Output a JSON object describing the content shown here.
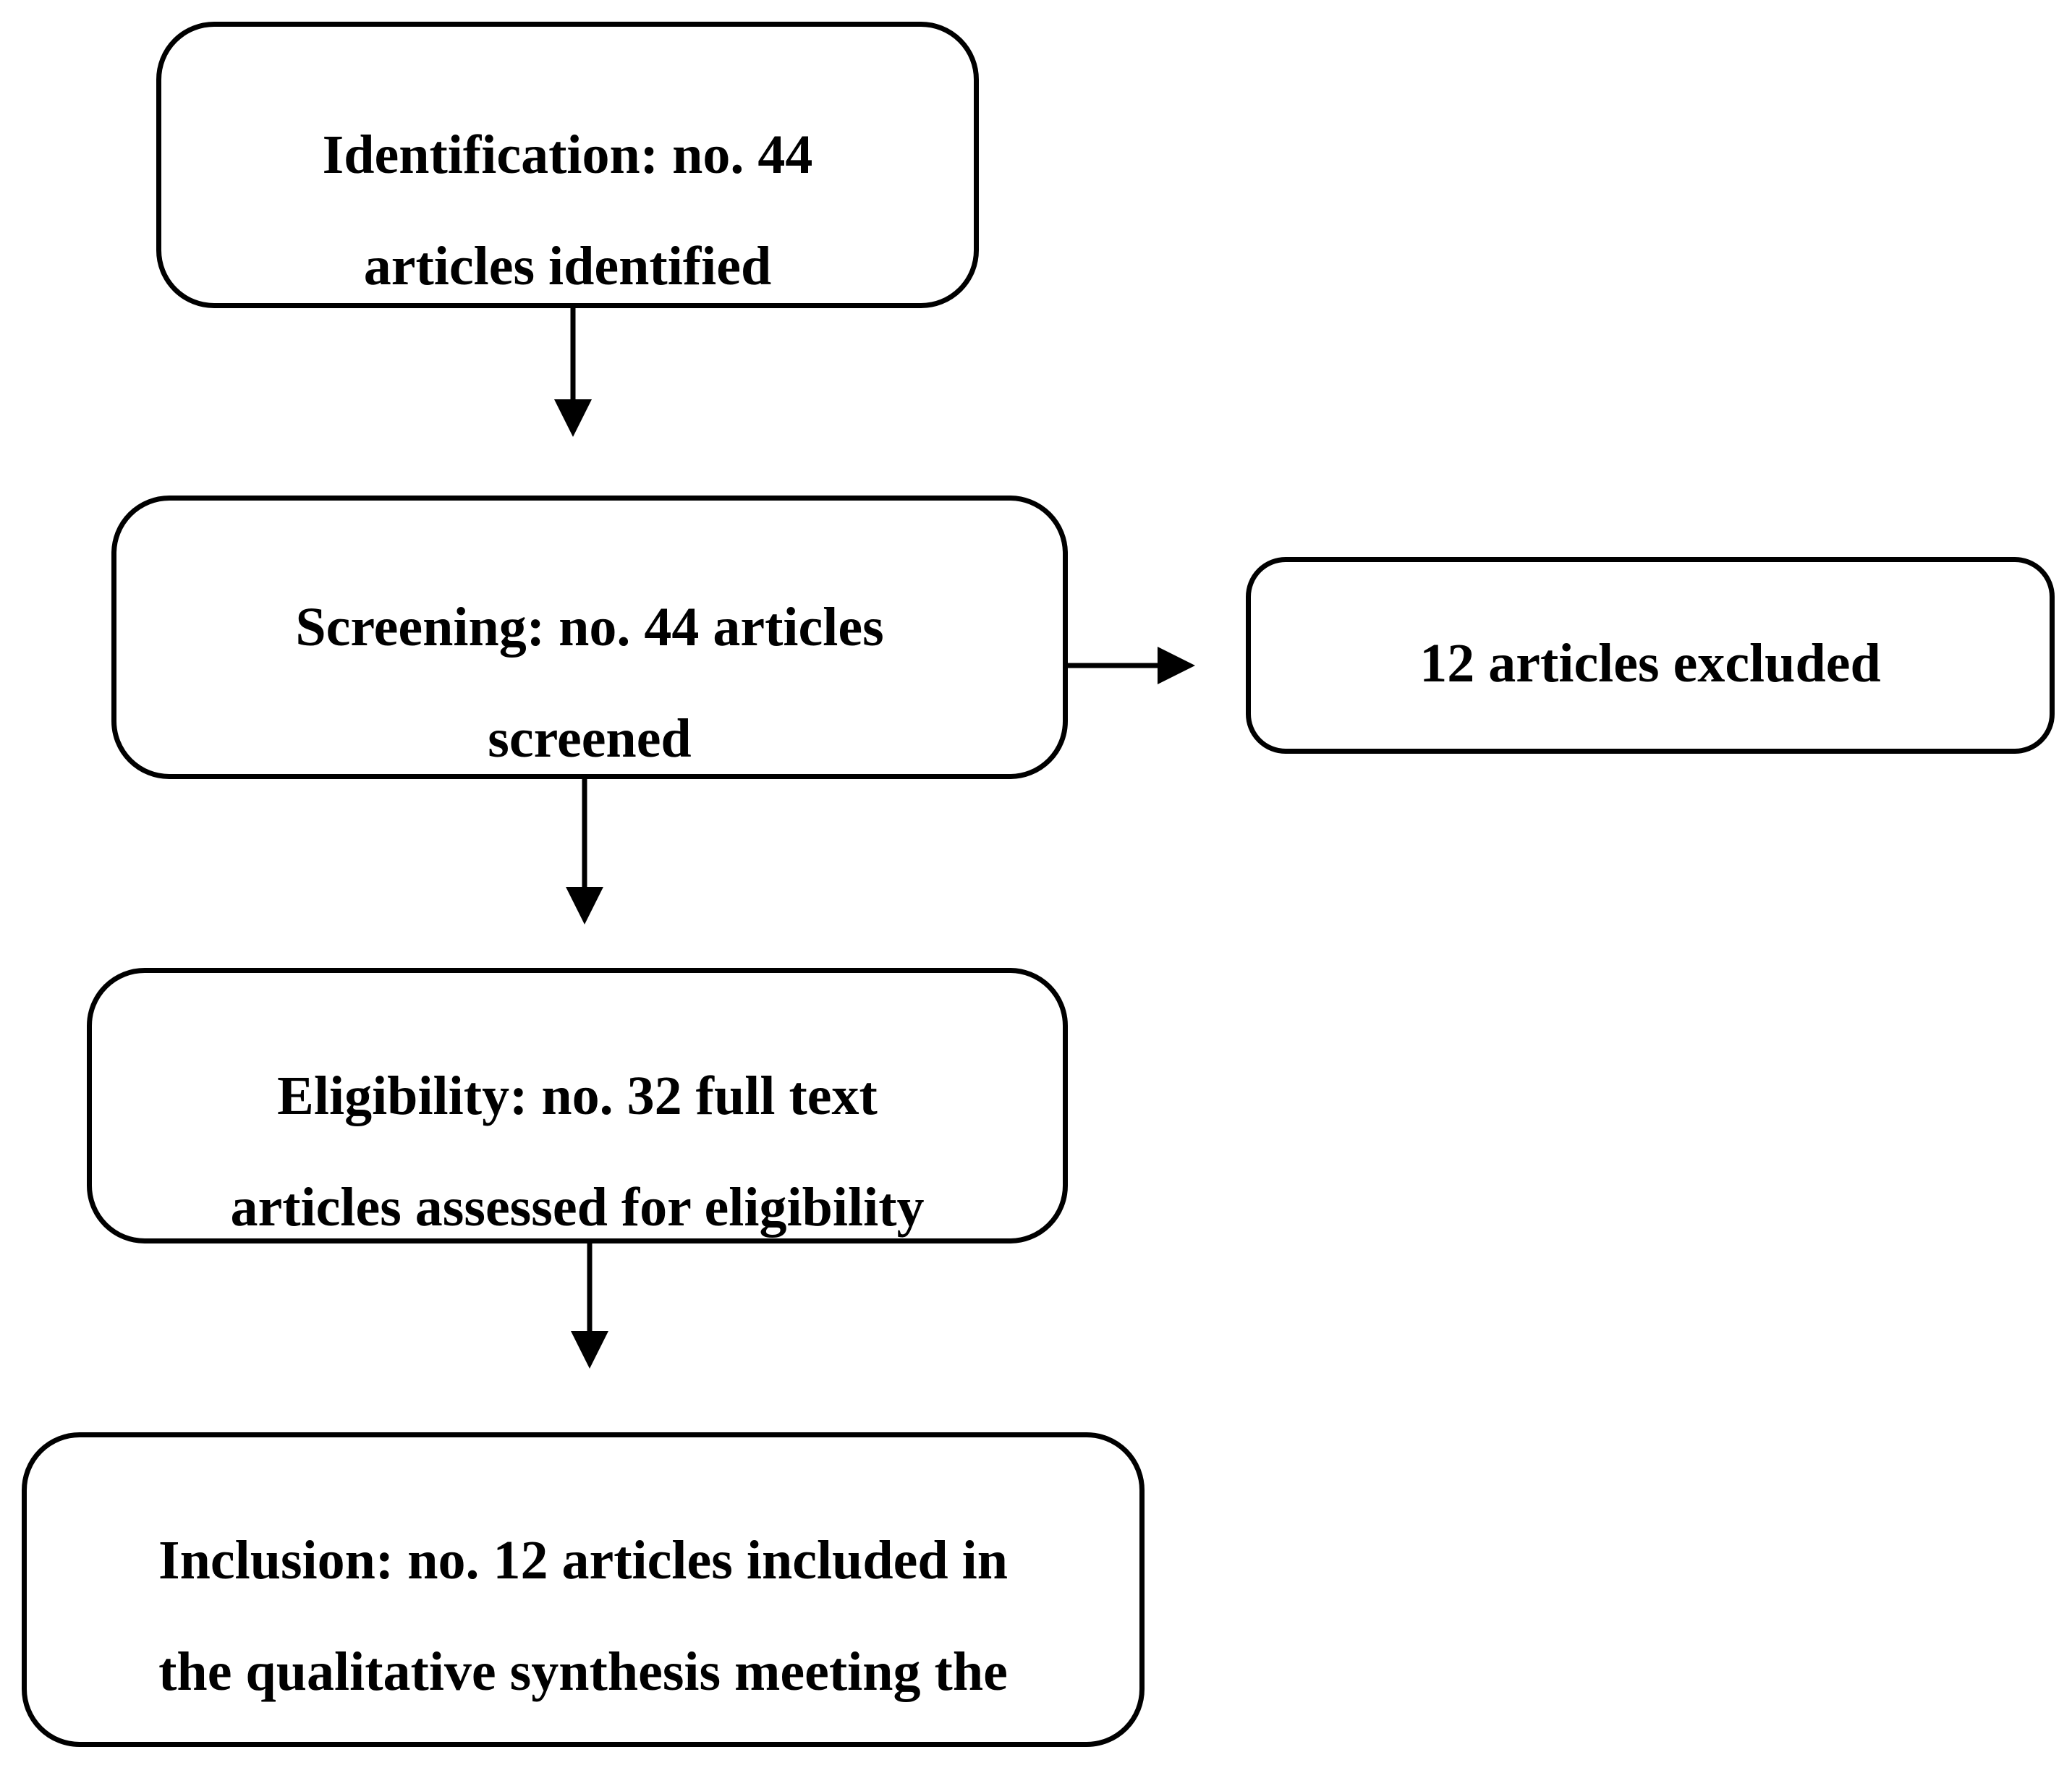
{
  "diagram": {
    "nodes": [
      {
        "id": "identification",
        "lines": [
          "Identification: no. 44",
          "articles identified"
        ]
      },
      {
        "id": "screening",
        "lines": [
          "Screening: no. 44 articles",
          "screened"
        ]
      },
      {
        "id": "excluded",
        "lines": [
          "12 articles excluded"
        ]
      },
      {
        "id": "eligibility",
        "lines": [
          "Eligibility: no. 32 full text",
          "articles assessed for eligibility"
        ]
      },
      {
        "id": "inclusion",
        "lines": [
          "Inclusion: no. 12 articles included in",
          "the qualitative synthesis meeting the"
        ]
      }
    ],
    "edges": [
      {
        "from": "identification",
        "to": "screening"
      },
      {
        "from": "screening",
        "to": "excluded"
      },
      {
        "from": "screening",
        "to": "eligibility"
      },
      {
        "from": "eligibility",
        "to": "inclusion"
      }
    ]
  }
}
